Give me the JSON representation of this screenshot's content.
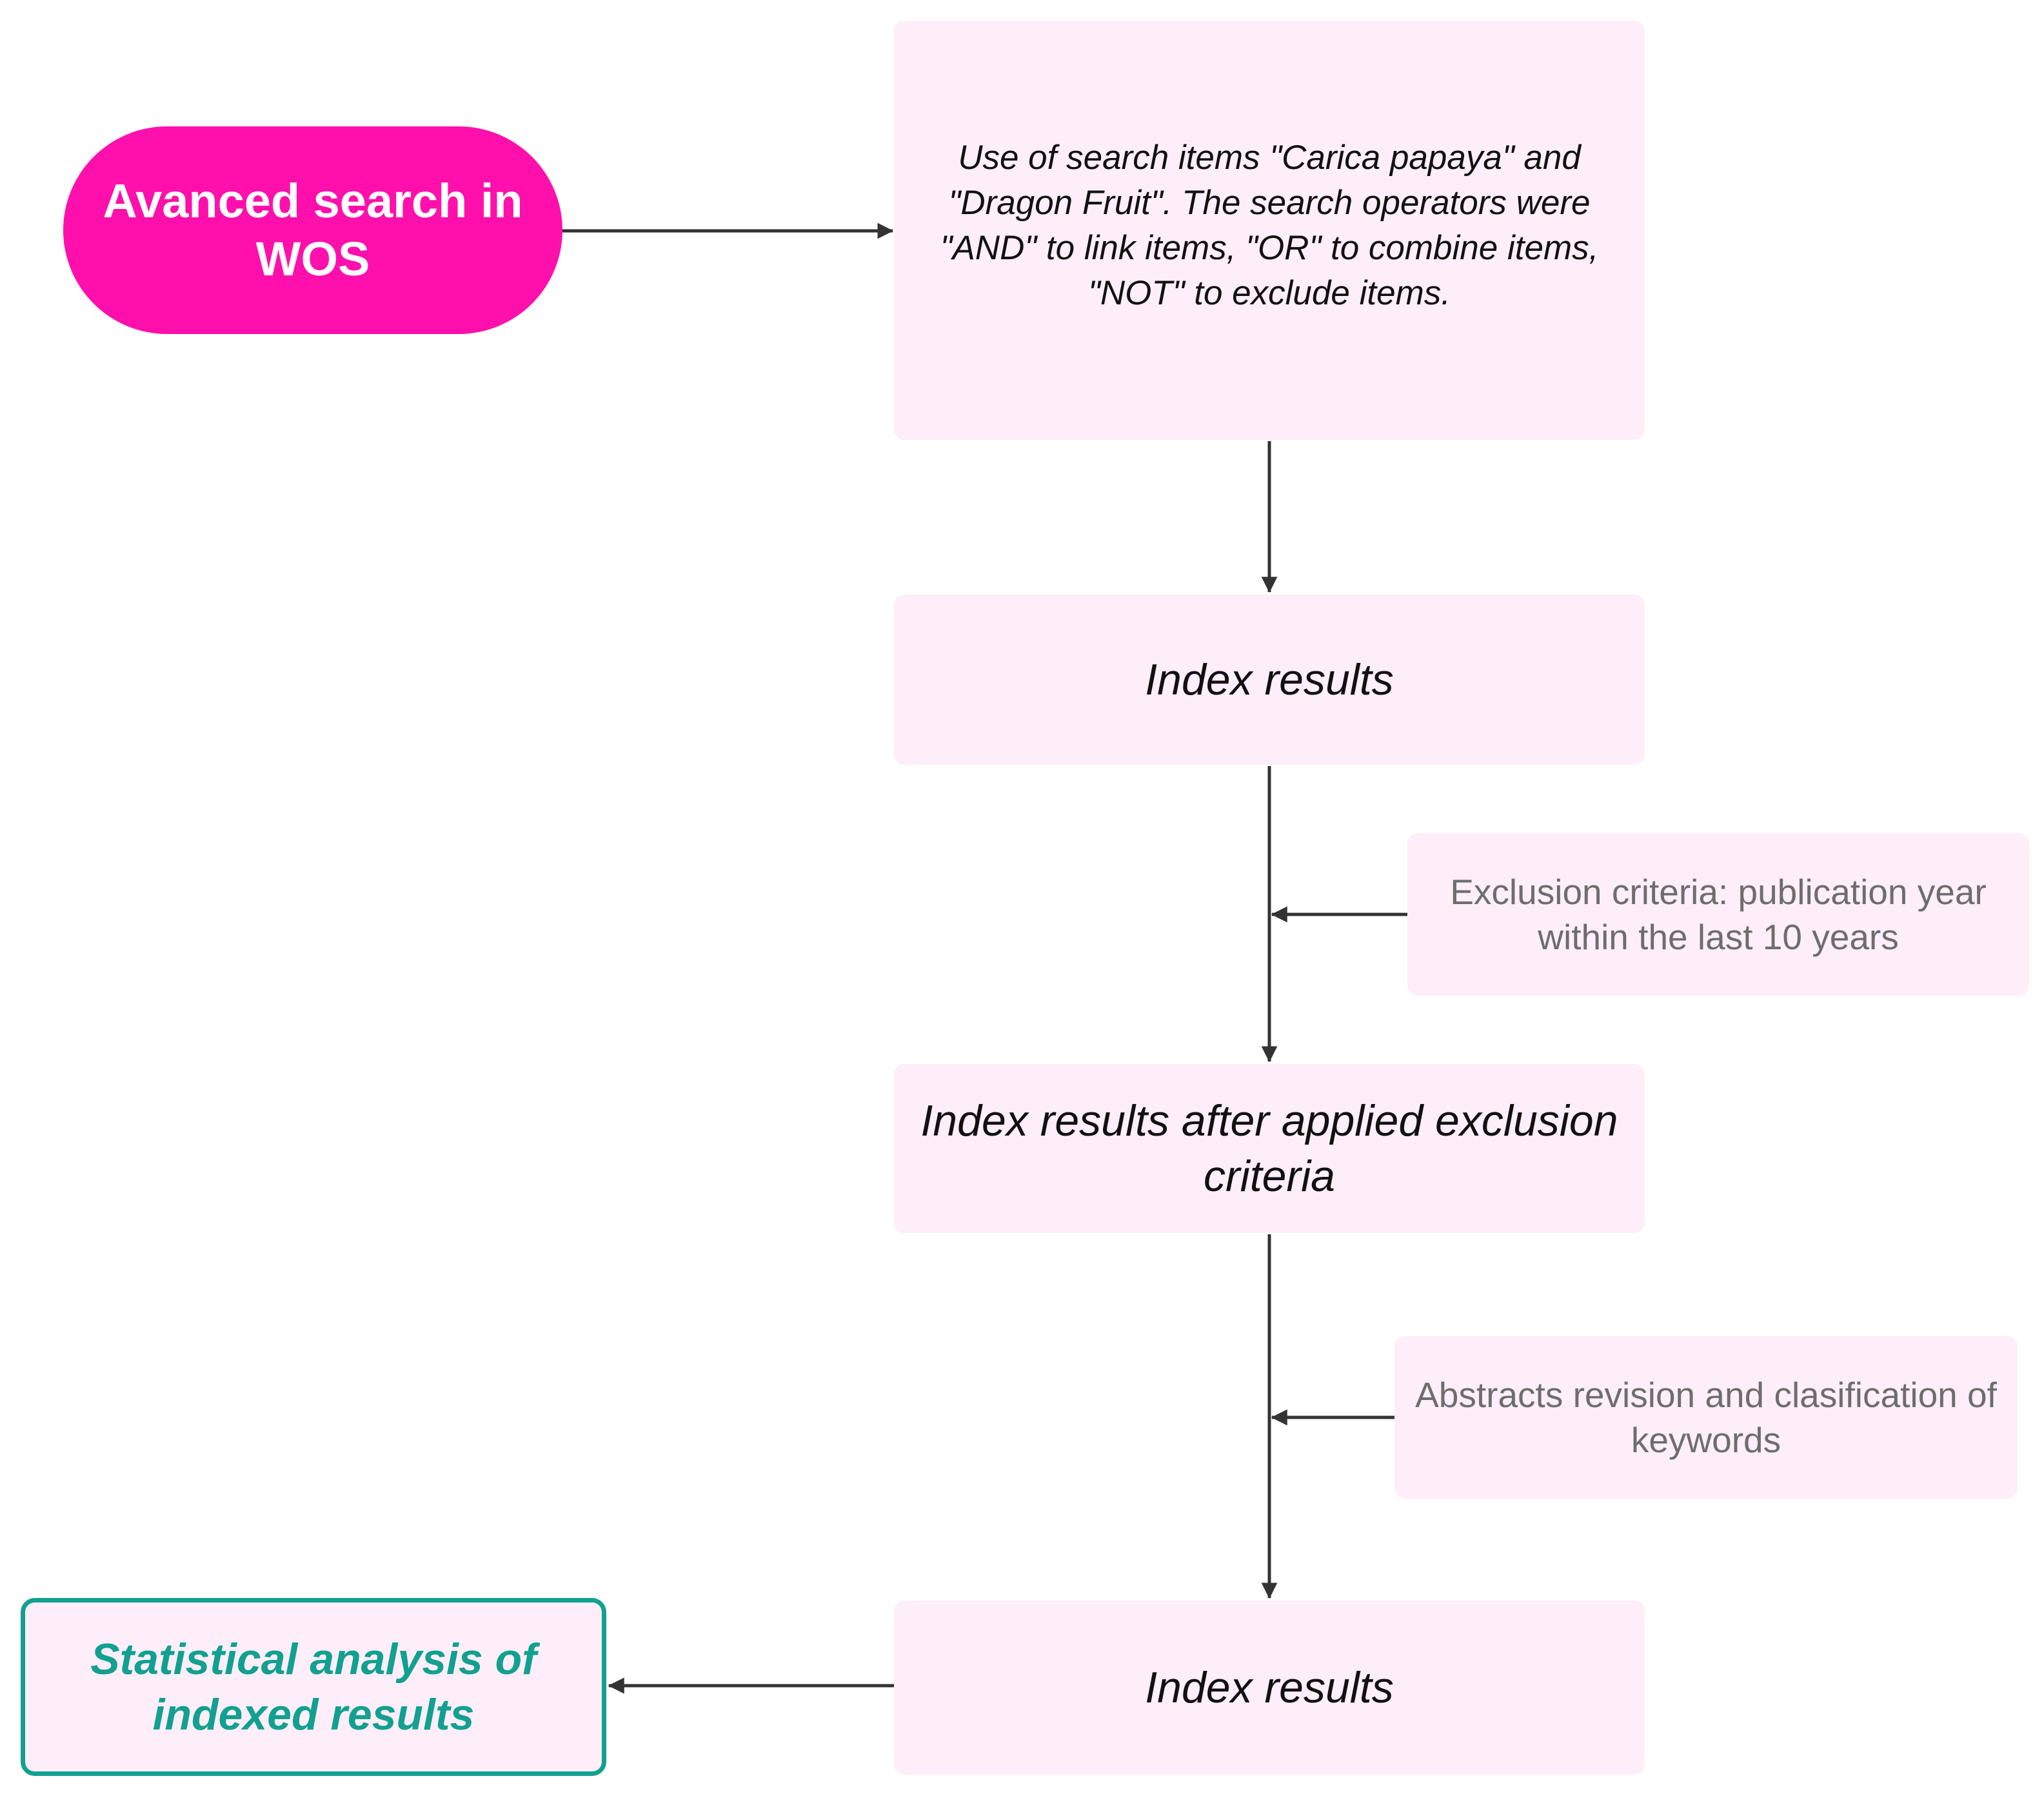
{
  "nodes": {
    "start": "Avanced search in WOS",
    "search_terms": "Use of search items \"Carica papaya\" and \"Dragon Fruit\". The search operators were \"AND\" to link items, \"OR\" to combine items, \"NOT\" to exclude items.",
    "index_results_1": "Index results",
    "exclusion_criteria": "Exclusion criteria: publication year within the last 10 years",
    "index_results_after": "Index results after applied exclusion criteria",
    "abstracts_revision": "Abstracts revision and clasification of keywords",
    "index_results_2": "Index results",
    "statistical_analysis": "Statistical analysis of indexed results"
  },
  "colors": {
    "start_fill": "#ff0fab",
    "box_fill": "#fdeefa",
    "final_border": "#12a090",
    "final_text": "#12a090",
    "side_text": "#6d6d6d",
    "arrow": "#333333"
  }
}
